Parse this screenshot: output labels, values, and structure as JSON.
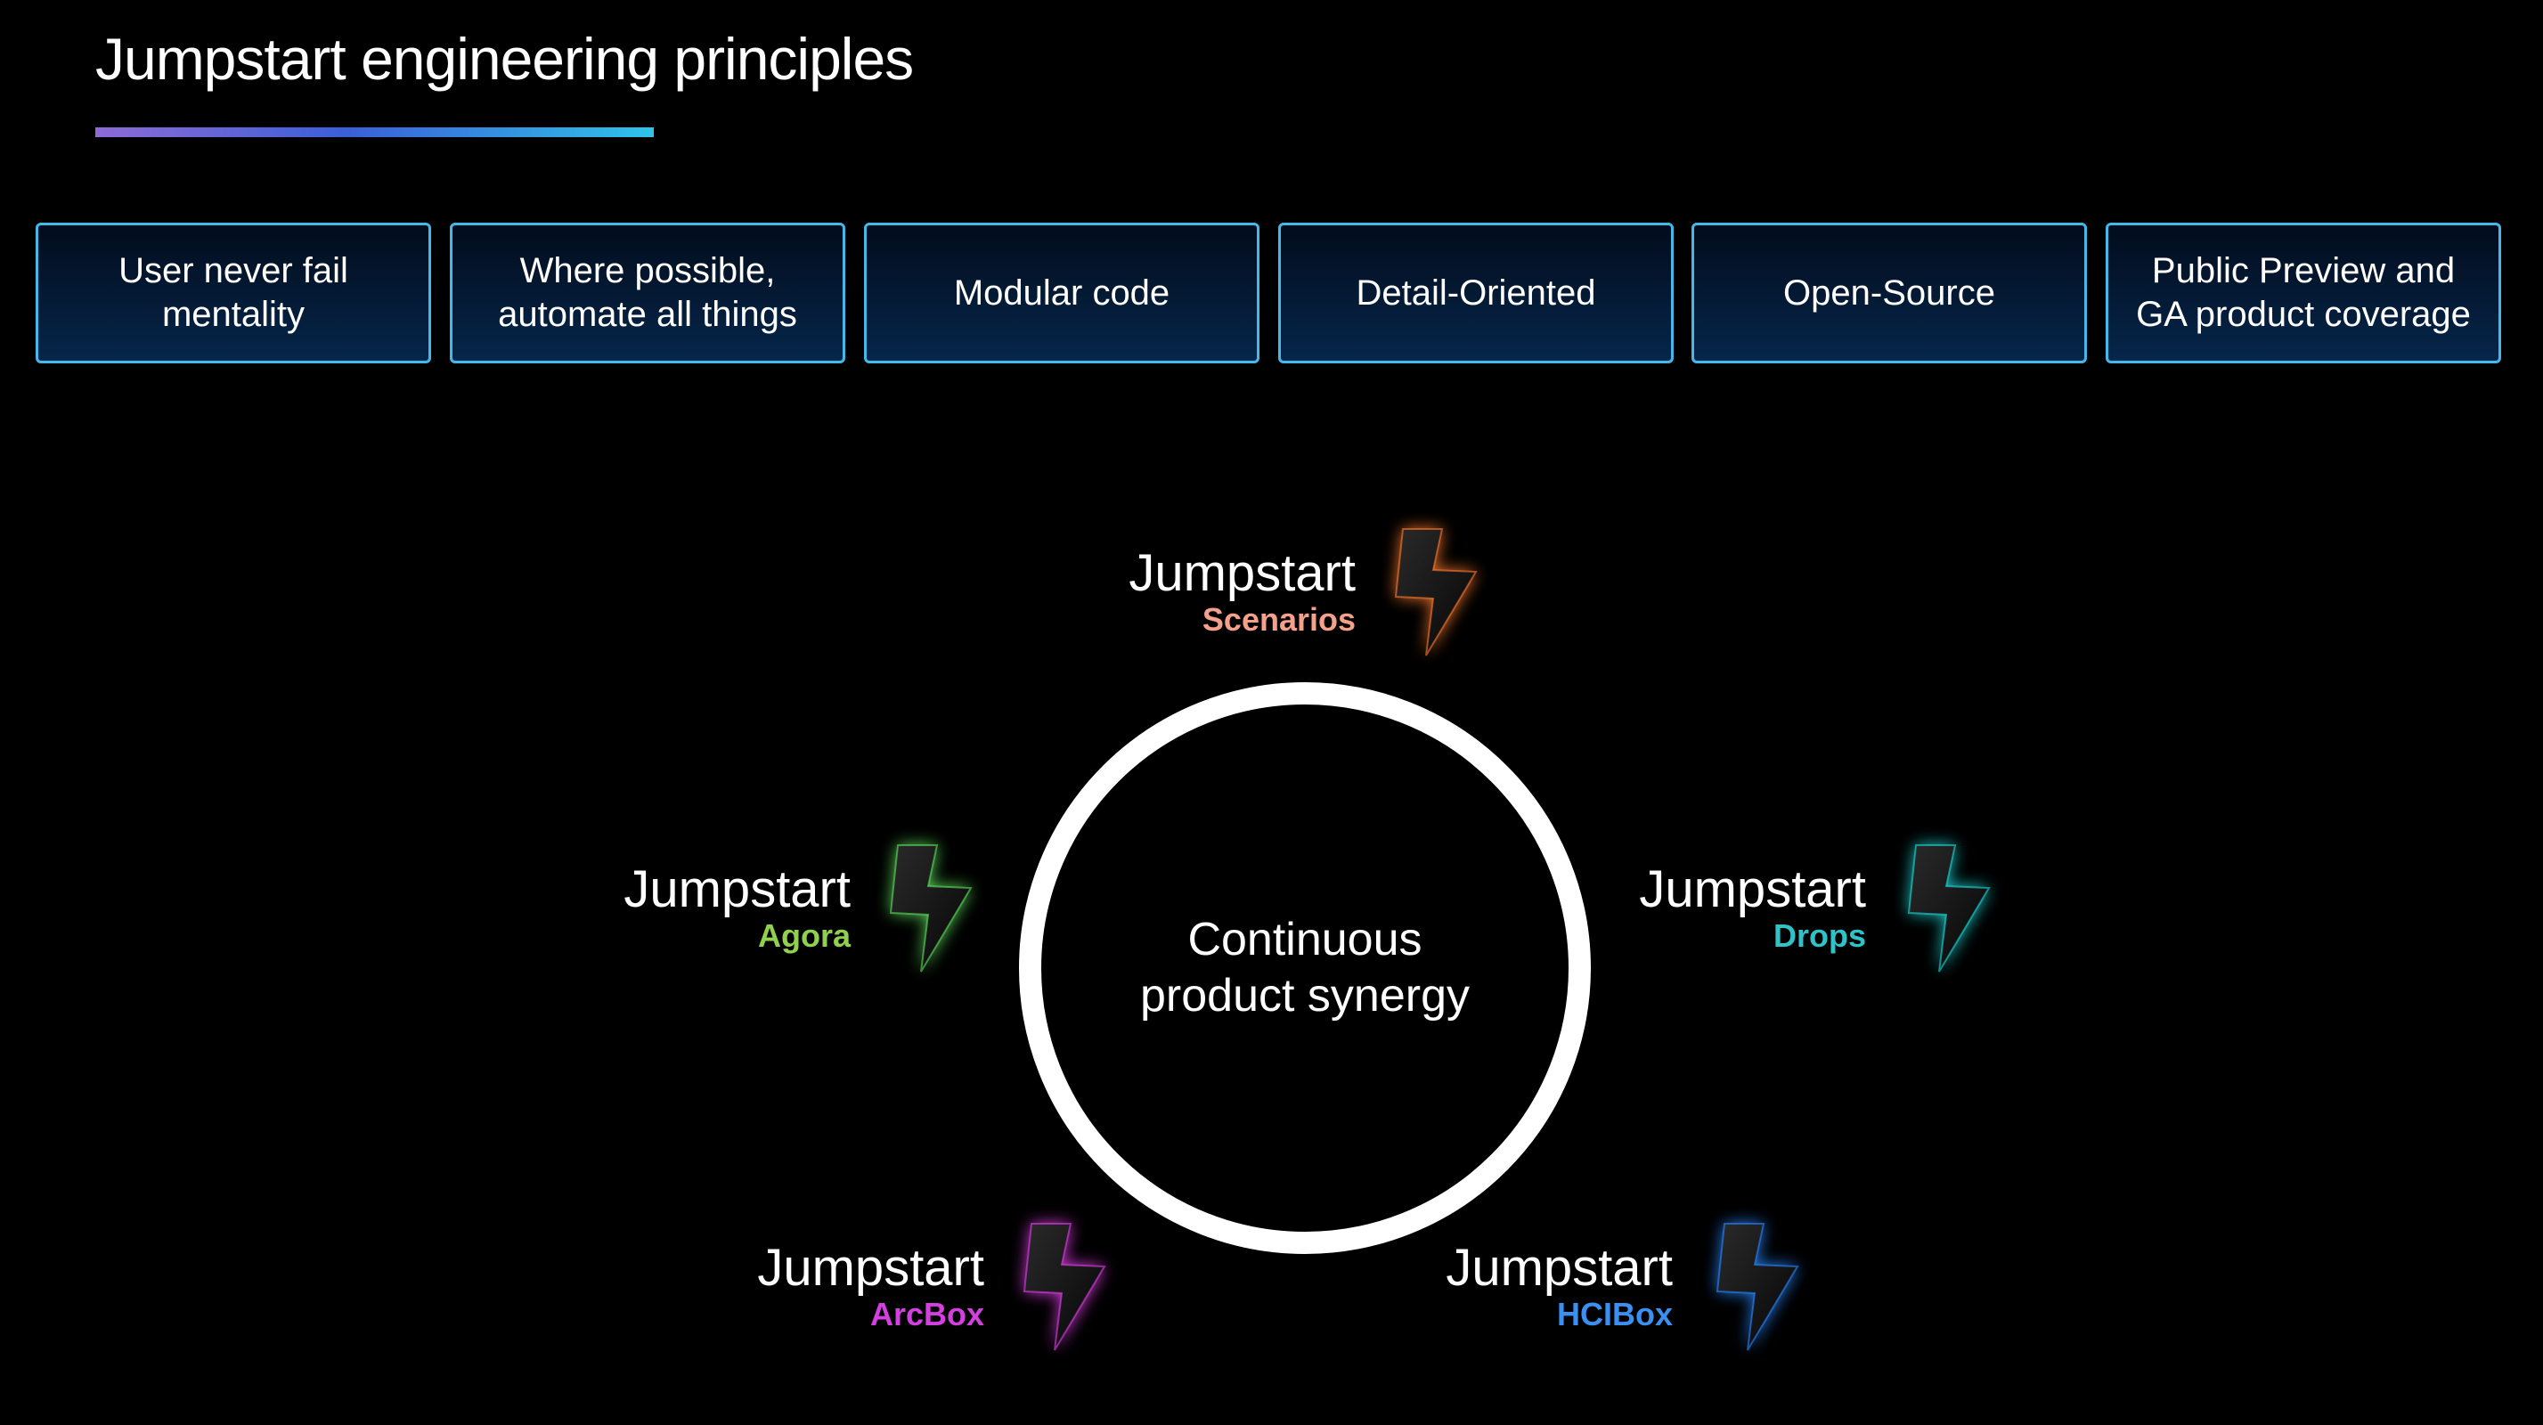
{
  "title": "Jumpstart engineering principles",
  "principles": [
    "User never fail\nmentality",
    "Where possible,\nautomate all things",
    "Modular code",
    "Detail-Oriented",
    "Open-Source",
    "Public Preview and\nGA product coverage"
  ],
  "center": {
    "text": "Continuous\nproduct synergy"
  },
  "products": [
    {
      "name": "Jumpstart",
      "sub": "Scenarios",
      "color": "#f4a08a",
      "glow": "#ff7a2e"
    },
    {
      "name": "Jumpstart",
      "sub": "Agora",
      "color": "#8fd14f",
      "glow": "#5ee05e"
    },
    {
      "name": "Jumpstart",
      "sub": "Drops",
      "color": "#2fc3c8",
      "glow": "#20d8d8"
    },
    {
      "name": "Jumpstart",
      "sub": "ArcBox",
      "color": "#d43fe0",
      "glow": "#e040e8"
    },
    {
      "name": "Jumpstart",
      "sub": "HCIBox",
      "color": "#3a8ff0",
      "glow": "#2a86ff"
    }
  ],
  "icons": {
    "product_icon": "lightning-bolt-icon"
  }
}
